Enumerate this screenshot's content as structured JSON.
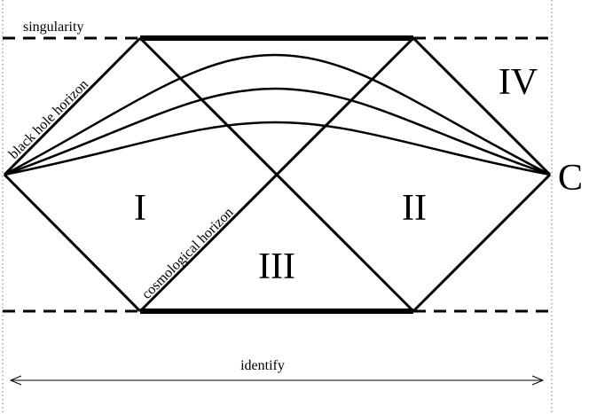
{
  "labels": {
    "singularity": "singularity",
    "black_hole_horizon": "black hole horizon",
    "cosmological_horizon": "cosmological horizon",
    "identify": "identify",
    "region_1": "I",
    "region_2": "II",
    "region_3": "III",
    "region_4": "IV",
    "point_c": "C"
  }
}
